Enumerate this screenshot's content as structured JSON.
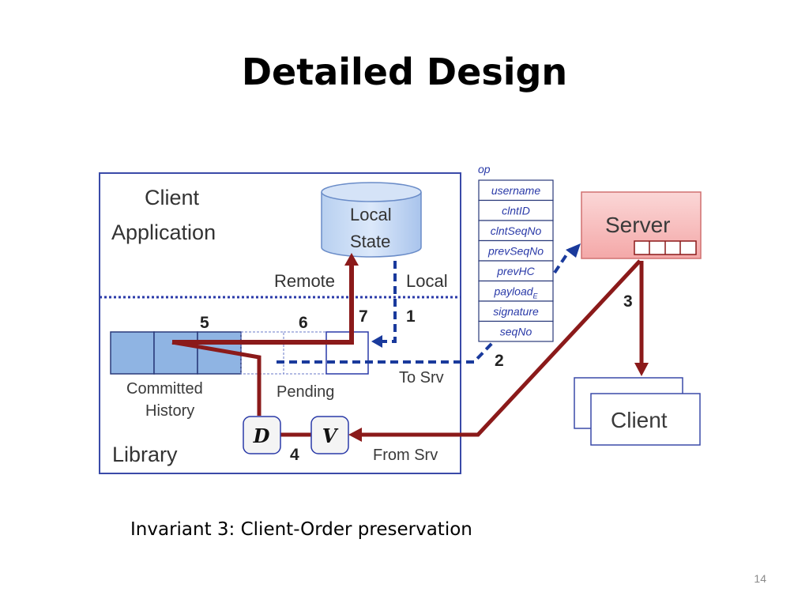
{
  "slide": {
    "title": "Detailed Design",
    "caption": "Invariant 3: Client-Order preservation",
    "page_number": "14"
  },
  "diagram": {
    "client_app_line1": "Client",
    "client_app_line2": "Application",
    "local_state_line1": "Local",
    "local_state_line2": "State",
    "remote": "Remote",
    "local": "Local",
    "library": "Library",
    "committed_line1": "Committed",
    "committed_line2": "History",
    "pending": "Pending",
    "to_srv": "To Srv",
    "from_srv": "From Srv",
    "server": "Server",
    "client": "Client",
    "d": "D",
    "v": "V",
    "op_label": "op",
    "op_fields": [
      "username",
      "clntID",
      "clntSeqNo",
      "prevSeqNo",
      "prevHC",
      "payload",
      "signature",
      "seqNo"
    ],
    "payload_subscript": "E",
    "steps": [
      "1",
      "2",
      "3",
      "4",
      "5",
      "6",
      "7"
    ]
  },
  "colors": {
    "dark_red": "#8b1a1a",
    "blue": "#1a3a9c",
    "box_border": "#3a4aa8",
    "cell_fill": "#8fb4e3",
    "server_fill": "#f7b8b8"
  }
}
